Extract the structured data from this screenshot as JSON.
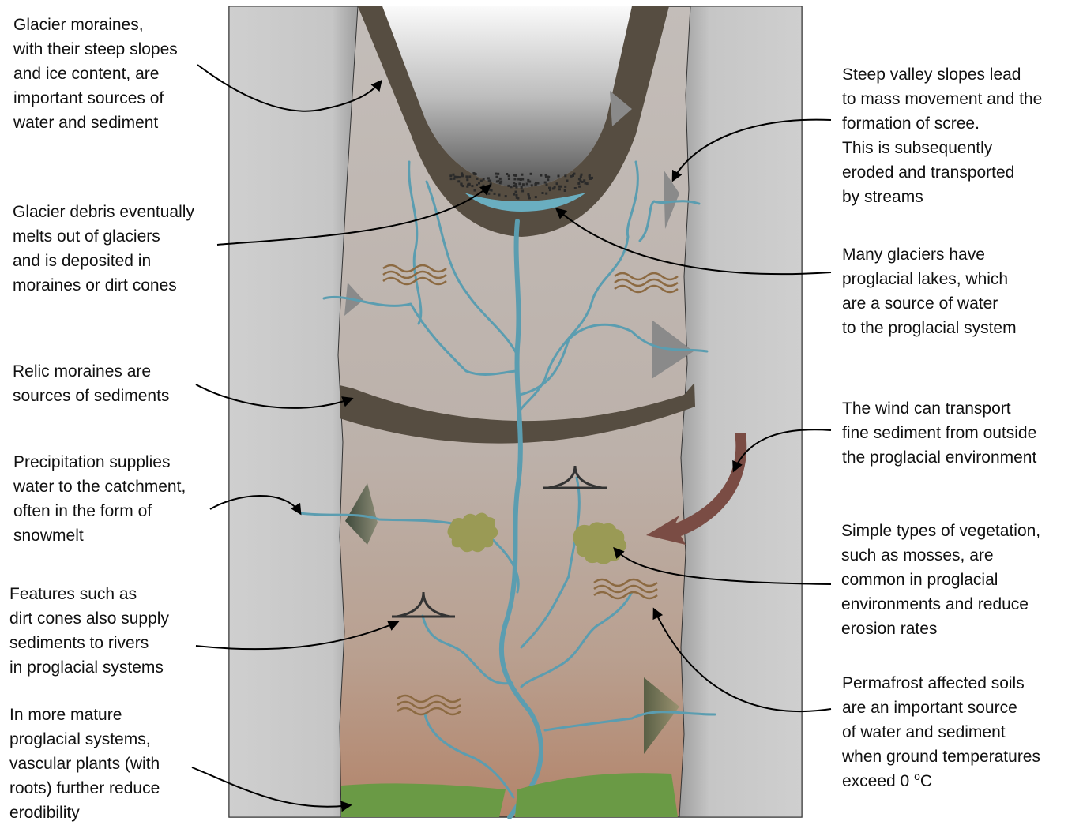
{
  "labels": {
    "glacier_moraines": [
      "Glacier moraines,",
      "with their steep slopes",
      "and ice content, are",
      "important sources of",
      "water and sediment"
    ],
    "glacier_debris": [
      "Glacier debris eventually",
      "melts out of glaciers",
      "and is deposited in",
      "moraines or dirt cones"
    ],
    "relic_moraines": [
      "Relic moraines are",
      "sources of sediments"
    ],
    "precipitation": [
      "Precipitation supplies",
      "water to the catchment,",
      "often in the form of",
      "snowmelt"
    ],
    "dirt_cones": [
      "Features such as",
      "dirt cones also supply",
      "sediments to rivers",
      "in proglacial systems"
    ],
    "vascular_plants": [
      "In more mature",
      "proglacial systems,",
      "vascular plants (with",
      "roots) further reduce",
      "erodibility"
    ],
    "steep_slopes": [
      "Steep valley slopes lead",
      "to mass movement and the",
      "formation of scree.",
      "This is subsequently",
      "eroded and transported",
      "by streams"
    ],
    "proglacial_lakes": [
      "Many glaciers have",
      "proglacial lakes, which",
      "are a source of water",
      "to the proglacial system"
    ],
    "wind": [
      "The wind can transport",
      "fine sediment from outside",
      "the proglacial environment"
    ],
    "vegetation": [
      "Simple types of vegetation,",
      "such as mosses, are",
      "common in proglacial",
      "environments and reduce",
      "erosion rates"
    ],
    "permafrost": {
      "lines": [
        "Permafrost affected soils",
        "are an important source",
        "of water and sediment",
        "when ground temperatures"
      ],
      "last_prefix": "exceed 0 ",
      "superscript": "o",
      "last_suffix": "C"
    }
  },
  "colors": {
    "valley_wall": "#c9c9c9",
    "moraine": "#564d41",
    "stream": "#5b9db0",
    "lake": "#6aaec0",
    "moss": "#9a9a55",
    "vascular_plants": "#6a9a45",
    "wind_arrow": "#7a4c44",
    "permafrost_symbol": "#8c6a42",
    "valley_floor_top": "#c2bcb8",
    "valley_floor_bottom": "#b3876d"
  }
}
